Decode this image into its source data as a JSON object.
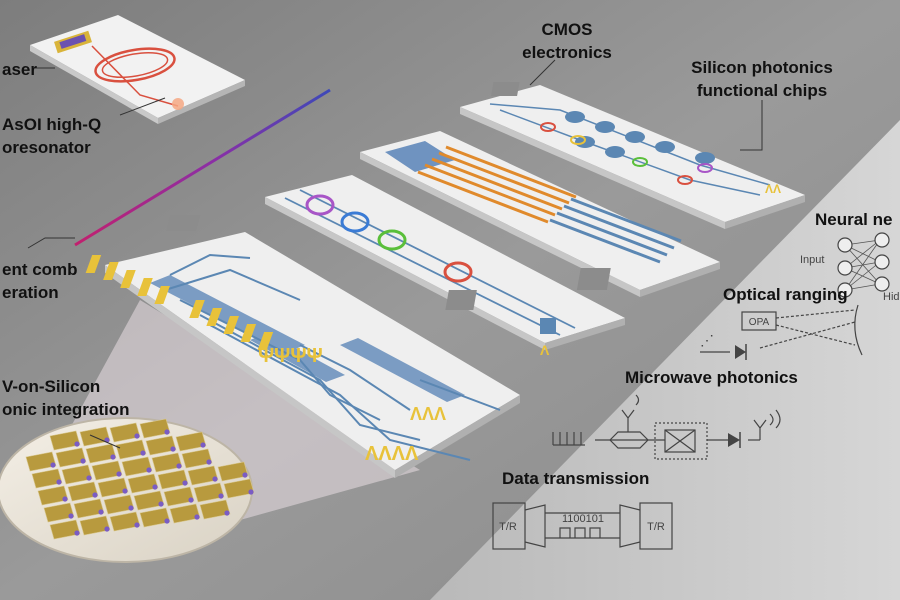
{
  "labels": {
    "laser": "aser",
    "resonator_line1": "AsOI high-Q",
    "resonator_line2": "oresonator",
    "comb_line1": "ent comb",
    "comb_line2": "eration",
    "iiiv_line1": "V-on-Silicon",
    "iiiv_line2": "onic integration",
    "cmos_line1": "CMOS",
    "cmos_line2": "electronics",
    "sip_line1": "Silicon photonics",
    "sip_line2": "functional chips",
    "neural": "Neural ne",
    "input": "Input",
    "hidden": "Hid",
    "optical_ranging": "Optical ranging",
    "opa": "OPA",
    "microwave": "Microwave photonics",
    "data_transmission": "Data transmission",
    "tr_left": "T/R",
    "tr_right": "T/R",
    "bits": "1100101"
  },
  "colors": {
    "background": "#8e8e8e",
    "chip": "#efefef",
    "waveguide": "#5b87b3",
    "pad_gold": "#e8c23a",
    "heater_orange": "#e08a2c",
    "comb_magenta": "#c2206e",
    "comb_blue": "#3d49b8",
    "ring_red": "#d9503f"
  },
  "icons": [
    "antenna-icon",
    "photodiode-icon",
    "modulator-icon",
    "opa-icon"
  ]
}
